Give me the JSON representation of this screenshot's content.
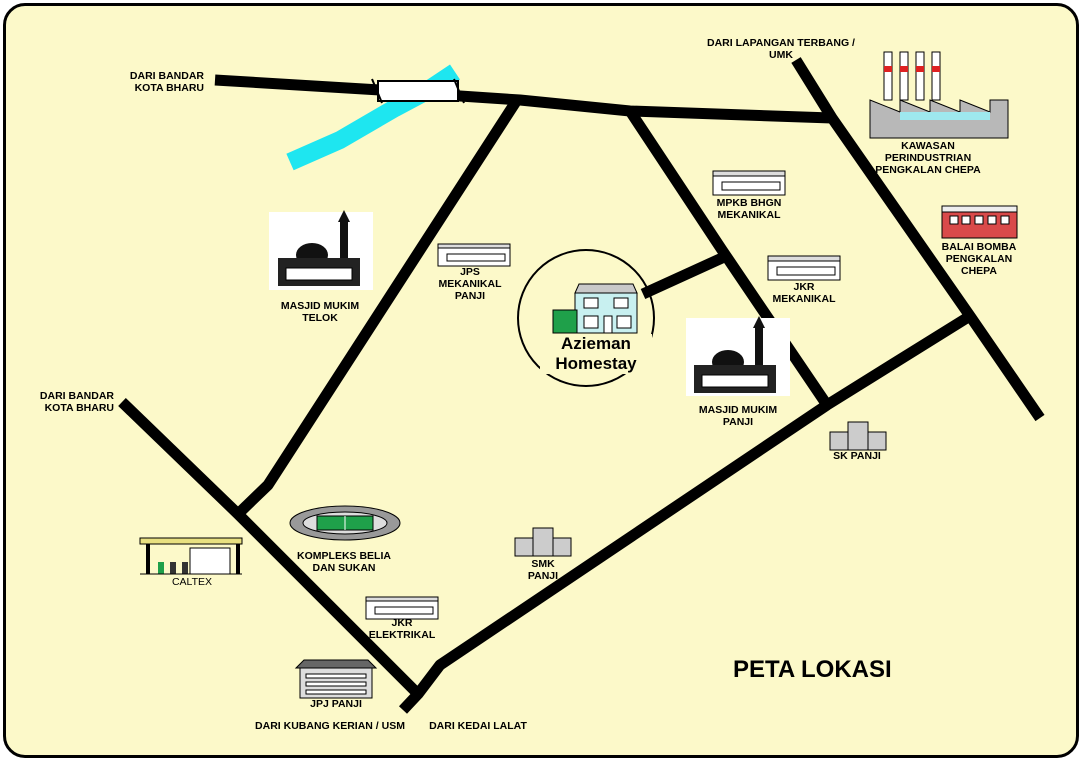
{
  "map": {
    "title": "PETA LOKASI",
    "homestay": {
      "line1": "Azieman",
      "line2": "Homestay"
    },
    "road_labels": {
      "dari_kota_bharu_top": [
        "DARI BANDAR",
        "KOTA BHARU"
      ],
      "dari_kota_bharu_left": [
        "DARI BANDAR",
        "KOTA BHARU"
      ],
      "dari_lapangan_terbang": [
        "DARI LAPANGAN TERBANG /",
        "UMK"
      ],
      "dari_kubang_kerian": "DARI KUBANG KERIAN / USM",
      "dari_kedai_lalat": "DARI KEDAI LALAT"
    },
    "landmarks": {
      "kawasan_perindustrian": [
        "KAWASAN",
        "PERINDUSTRIAN",
        "PENGKALAN CHEPA"
      ],
      "mpkb": [
        "MPKB BHGN",
        "MEKANIKAL"
      ],
      "balai_bomba": [
        "BALAI BOMBA",
        "PENGKALAN",
        "CHEPA"
      ],
      "jps": [
        "JPS",
        "MEKANIKAL",
        "PANJI"
      ],
      "masjid_telok": [
        "MASJID MUKIM",
        "TELOK"
      ],
      "jkr_mekanikal": [
        "JKR",
        "MEKANIKAL"
      ],
      "masjid_panji": [
        "MASJID MUKIM",
        "PANJI"
      ],
      "sk_panji": "SK PANJI",
      "kompleks_belia": [
        "KOMPLEKS BELIA",
        "DAN SUKAN"
      ],
      "caltex": "CALTEX",
      "smk_panji": [
        "SMK",
        "PANJI"
      ],
      "jkr_elektrikal": [
        "JKR",
        "ELEKTRIKAL"
      ],
      "jpj_panji": "JPJ PANJI"
    },
    "colors": {
      "background": "#fcf9c9",
      "road": "#000000",
      "river": "#1ee6f0",
      "bomba": "#d94a4a"
    }
  }
}
